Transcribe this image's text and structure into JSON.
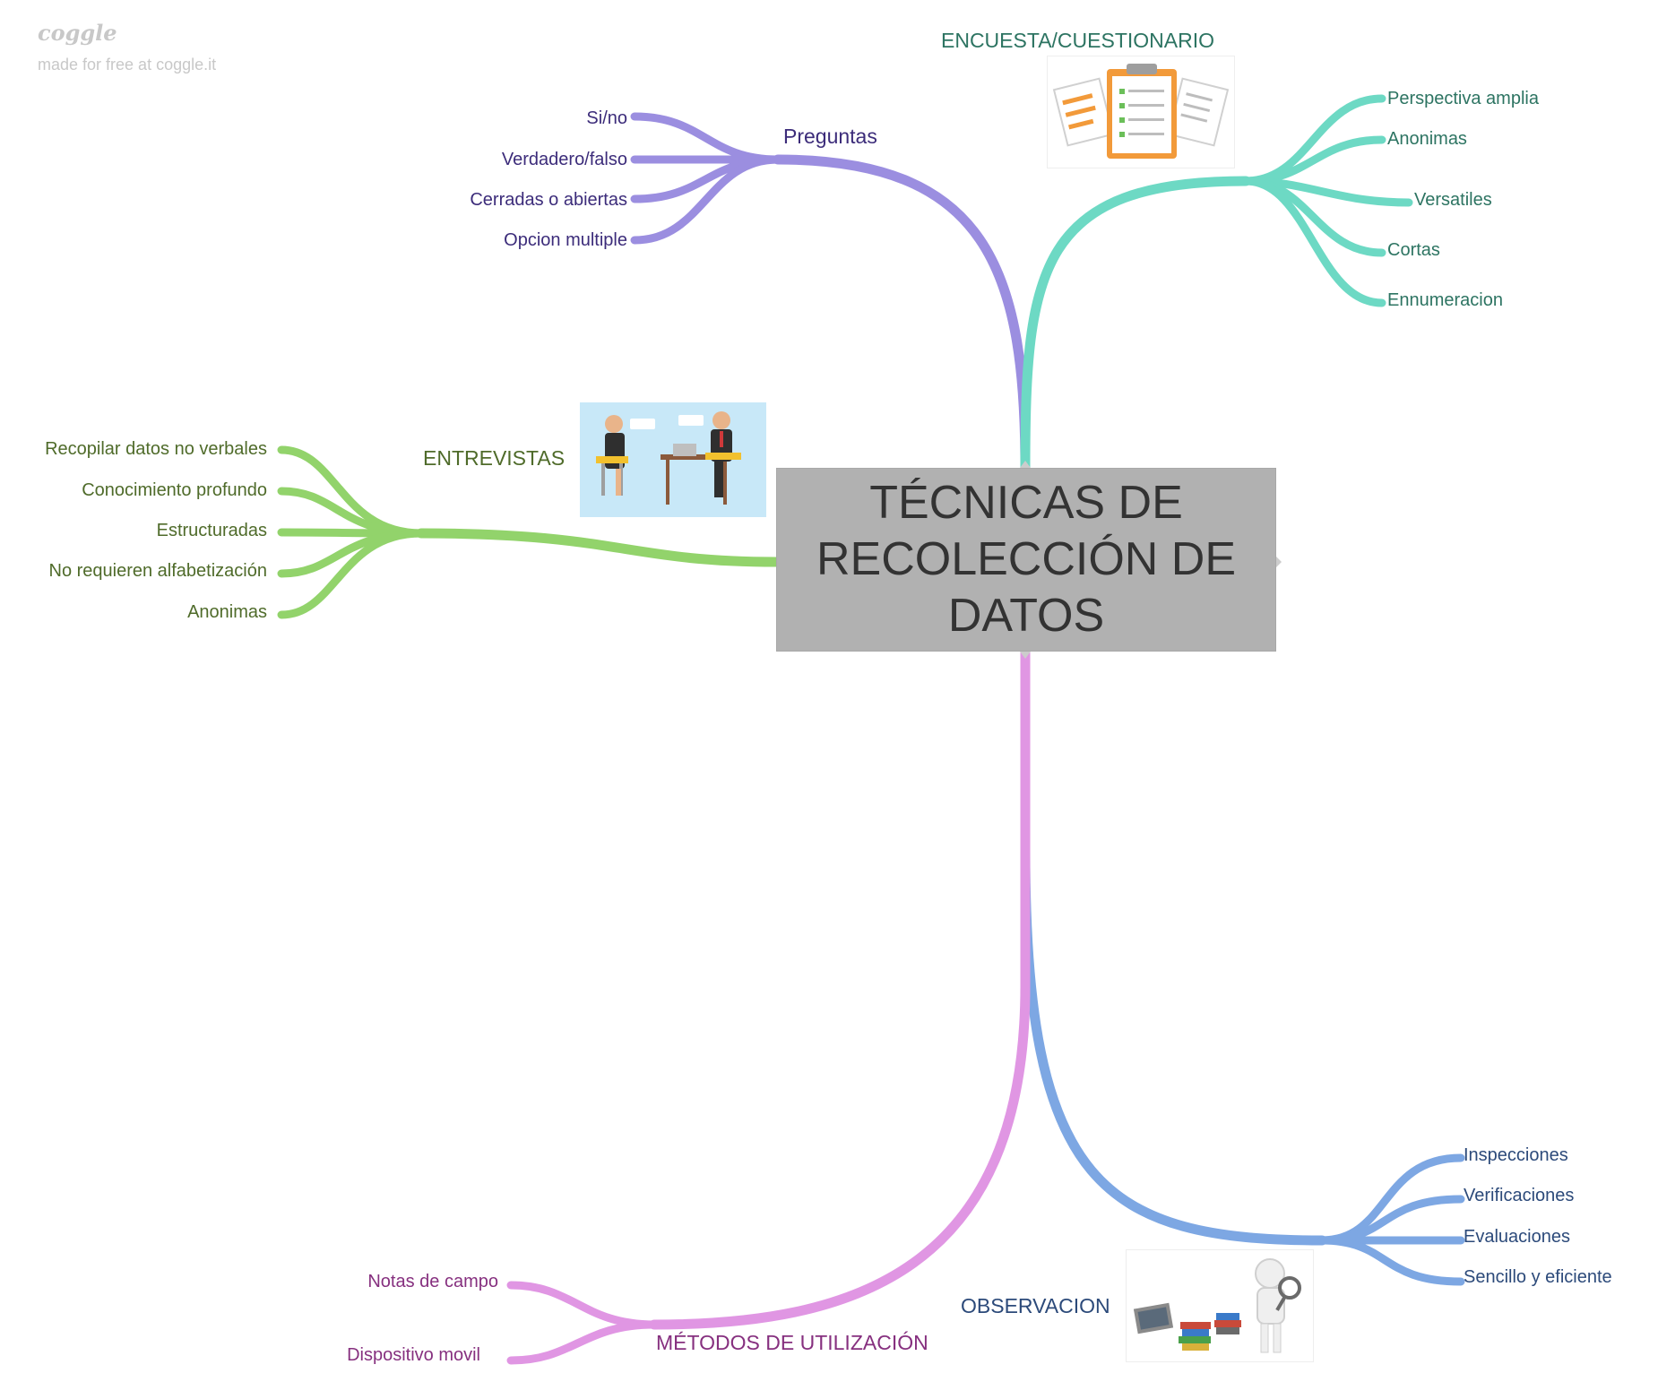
{
  "watermark": {
    "logo": "coggle",
    "tagline": "made for free at coggle.it"
  },
  "central": {
    "title": "TÉCNICAS DE RECOLECCIÓN DE DATOS"
  },
  "colors": {
    "preguntas": "#9b8ee0",
    "encuesta": "#6dd9c4",
    "entrevistas": "#92d36b",
    "observacion": "#7da7e3",
    "metodos": "#e096e3",
    "central_fill": "#b1b1b1",
    "text_preguntas": "#3c2c7a",
    "text_encuesta": "#2d7462",
    "text_entrevistas": "#4f6b2a",
    "text_observacion": "#2c4a7a",
    "text_metodos": "#86307f"
  },
  "branches": {
    "preguntas": {
      "title": "Preguntas",
      "items": [
        "Si/no",
        "Verdadero/falso",
        "Cerradas o abiertas",
        "Opcion multiple"
      ]
    },
    "encuesta": {
      "title": "ENCUESTA/CUESTIONARIO",
      "image_icon": "clipboard-survey-icon",
      "items": [
        "Perspectiva amplia",
        "Anonimas",
        "Versatiles",
        "Cortas",
        "Ennumeracion"
      ]
    },
    "entrevistas": {
      "title": "ENTREVISTAS",
      "image_icon": "interview-illustration",
      "items": [
        "Recopilar datos no verbales",
        "Conocimiento profundo",
        "Estructuradas",
        "No requieren alfabetización",
        "Anonimas"
      ]
    },
    "observacion": {
      "title": "OBSERVACION",
      "image_icon": "magnifying-glass-figure-illustration",
      "items": [
        "Inspecciones",
        "Verificaciones",
        "Evaluaciones",
        "Sencillo y eficiente"
      ]
    },
    "metodos": {
      "title": "MÉTODOS DE UTILIZACIÓN",
      "items": [
        "Notas de campo",
        "Dispositivo movil"
      ]
    }
  }
}
